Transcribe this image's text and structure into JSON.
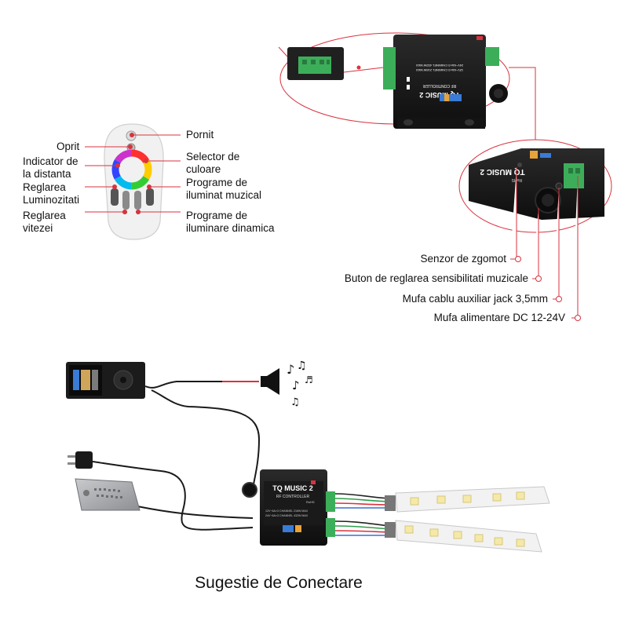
{
  "remote_labels": {
    "power_on": "Pornit",
    "power_off": "Oprit",
    "color_selector": "Selector de\nculoare",
    "distance_indicator": "Indicator de\nla distanta",
    "music_programs": "Programe de\niluminat muzical",
    "brightness": "Reglarea\nLuminozitati",
    "dynamic_programs": "Programe de\niluminare dinamica",
    "speed": "Reglarea\nvitezei"
  },
  "controller_labels": {
    "noise_sensor": "Senzor de zgomot",
    "sensitivity_knob": "Buton de reglarea sensibilitati muzicale",
    "aux_jack": "Mufa cablu auxiliar jack 3,5mm",
    "dc_jack": "Mufa alimentare DC 12-24V"
  },
  "device_text": {
    "model": "TQ MUSIC 2",
    "subtitle": "RF CONTROLLER",
    "spec_1": "12V~6A×3 CHANNEL   216W MAX",
    "spec_2": "24V~6A×3 CHANNEL   432W MAX",
    "rohs": "RoHS"
  },
  "caption": "Sugestie de Conectare",
  "colors": {
    "marker_red": "#d9333f",
    "device_body": "#1c1c1c",
    "terminal_green": "#3cae5a",
    "cable": "#1a1a1a",
    "led_strip": "#f2f2f2"
  }
}
